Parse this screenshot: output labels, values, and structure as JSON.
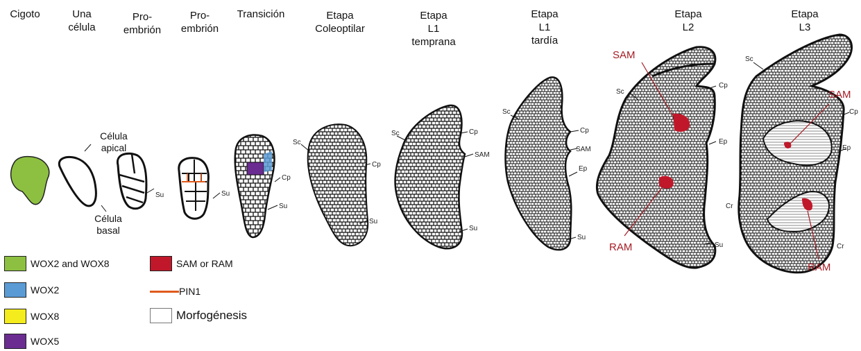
{
  "stages": [
    {
      "line1": "Cigoto",
      "line2": "",
      "line3": ""
    },
    {
      "line1": "Una",
      "line2": "célula",
      "line3": ""
    },
    {
      "line1": "Pro-",
      "line2": "embrión",
      "line3": ""
    },
    {
      "line1": "Pro-",
      "line2": "embrión",
      "line3": ""
    },
    {
      "line1": "Transición",
      "line2": "",
      "line3": ""
    },
    {
      "line1": "Etapa",
      "line2": "Coleoptilar",
      "line3": ""
    },
    {
      "line1": "Etapa",
      "line2": "L1",
      "line3": "temprana"
    },
    {
      "line1": "Etapa",
      "line2": "L1",
      "line3": "tardía"
    },
    {
      "line1": "Etapa",
      "line2": "L2",
      "line3": ""
    },
    {
      "line1": "Etapa",
      "line2": "L3",
      "line3": ""
    }
  ],
  "cell_labels": {
    "apical_1": "Célula",
    "apical_2": "apical",
    "basal_1": "Célula",
    "basal_2": "basal"
  },
  "structure_labels": {
    "su": "Su",
    "sc": "Sc",
    "cp": "Cp",
    "sam": "SAM",
    "ep": "Ep",
    "cr": "Cr",
    "ram": "RAM"
  },
  "legend": [
    {
      "label": "WOX2 and WOX8",
      "color": "#8dc040",
      "kind": "box"
    },
    {
      "label": "WOX2",
      "color": "#5b9bd5",
      "kind": "box"
    },
    {
      "label": "WOX8",
      "color": "#f4ec1c",
      "kind": "box"
    },
    {
      "label": "WOX5",
      "color": "#6a2c91",
      "kind": "box"
    },
    {
      "label": "SAM or RAM",
      "color": "#c0182a",
      "kind": "box"
    },
    {
      "label": "PIN1",
      "color": "#e05a1c",
      "kind": "line"
    },
    {
      "label": "Morfogénesis",
      "color": "#ffffff",
      "kind": "box"
    }
  ],
  "colors": {
    "outline": "#111111",
    "meristem": "#c0182a",
    "meristem_label": "#a51c24"
  }
}
